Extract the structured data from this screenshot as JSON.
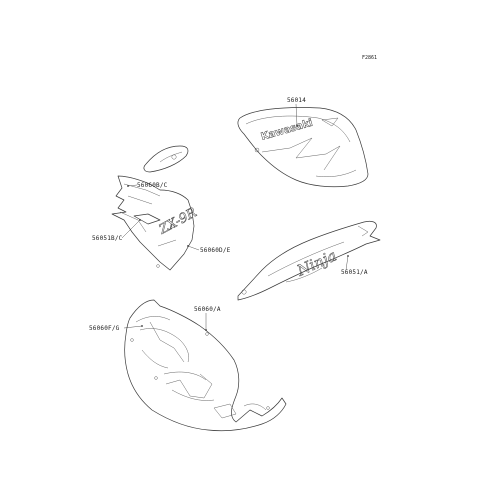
{
  "diagram": {
    "reference": "F2861",
    "callouts": {
      "tank_decal": "56014",
      "upper_cowl_decal": "56060B/C",
      "upper_cowl_emblem": "56051B/C",
      "side_cowl_decal": "56060D/E",
      "side_cover_decal": "56051/A",
      "lower_cowl_decal": "56060/A",
      "lower_cowl_stripe": "56060F/G"
    },
    "artwork_text": {
      "tank_logo": "Kawasaki",
      "side_logo": "Ninja",
      "cowl_logo": "ZX-9R"
    }
  }
}
